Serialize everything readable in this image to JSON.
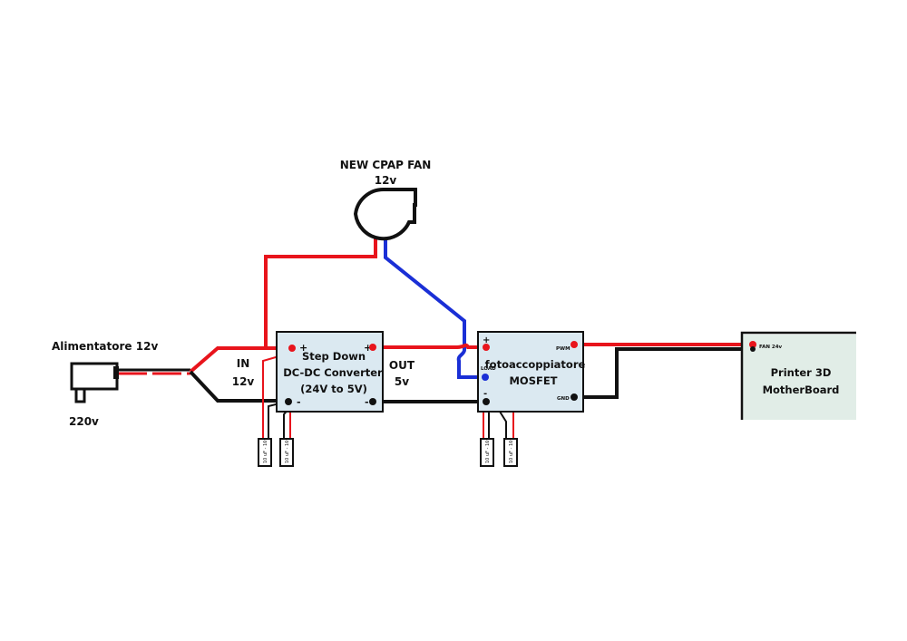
{
  "colors": {
    "positive_wire": "#e8141c",
    "ground_wire": "#111111",
    "signal_wire": "#1a2fd6",
    "module_fill": "#dbe9f1",
    "board_fill": "#e1ede7",
    "background": "#ffffff"
  },
  "fan": {
    "title": "NEW CPAP FAN",
    "voltage": "12v",
    "icon": "blower-fan-icon"
  },
  "power_supply": {
    "label": "Alimentatore 12v",
    "input_voltage": "220v",
    "icon": "power-adapter-icon"
  },
  "input_label": {
    "line1": "IN",
    "line2": "12v"
  },
  "step_down": {
    "line1": "Step Down",
    "line2": "DC-DC Converter",
    "line3": "(24V to 5V)",
    "in_plus": "+",
    "in_minus": "-",
    "out_plus": "+",
    "out_minus": "-"
  },
  "output_label": {
    "line1": "OUT",
    "line2": "5v"
  },
  "mosfet": {
    "line1": "fotoaccoppiatore",
    "line2": "MOSFET",
    "pin_plus": "+",
    "pin_load": "LOAD",
    "pin_minus": "-",
    "pin_pwm": "PWM",
    "pin_gnd": "GND"
  },
  "motherboard": {
    "line1": "Printer 3D",
    "line2": "MotherBoard",
    "pin_fan": "FAN 24v"
  },
  "capacitors": {
    "step_down_left": "10 uF - 16v",
    "step_down_right": "10 uF - 16v",
    "mosfet_left": "10 uF - 16v",
    "mosfet_right": "10 uF - 16v"
  }
}
